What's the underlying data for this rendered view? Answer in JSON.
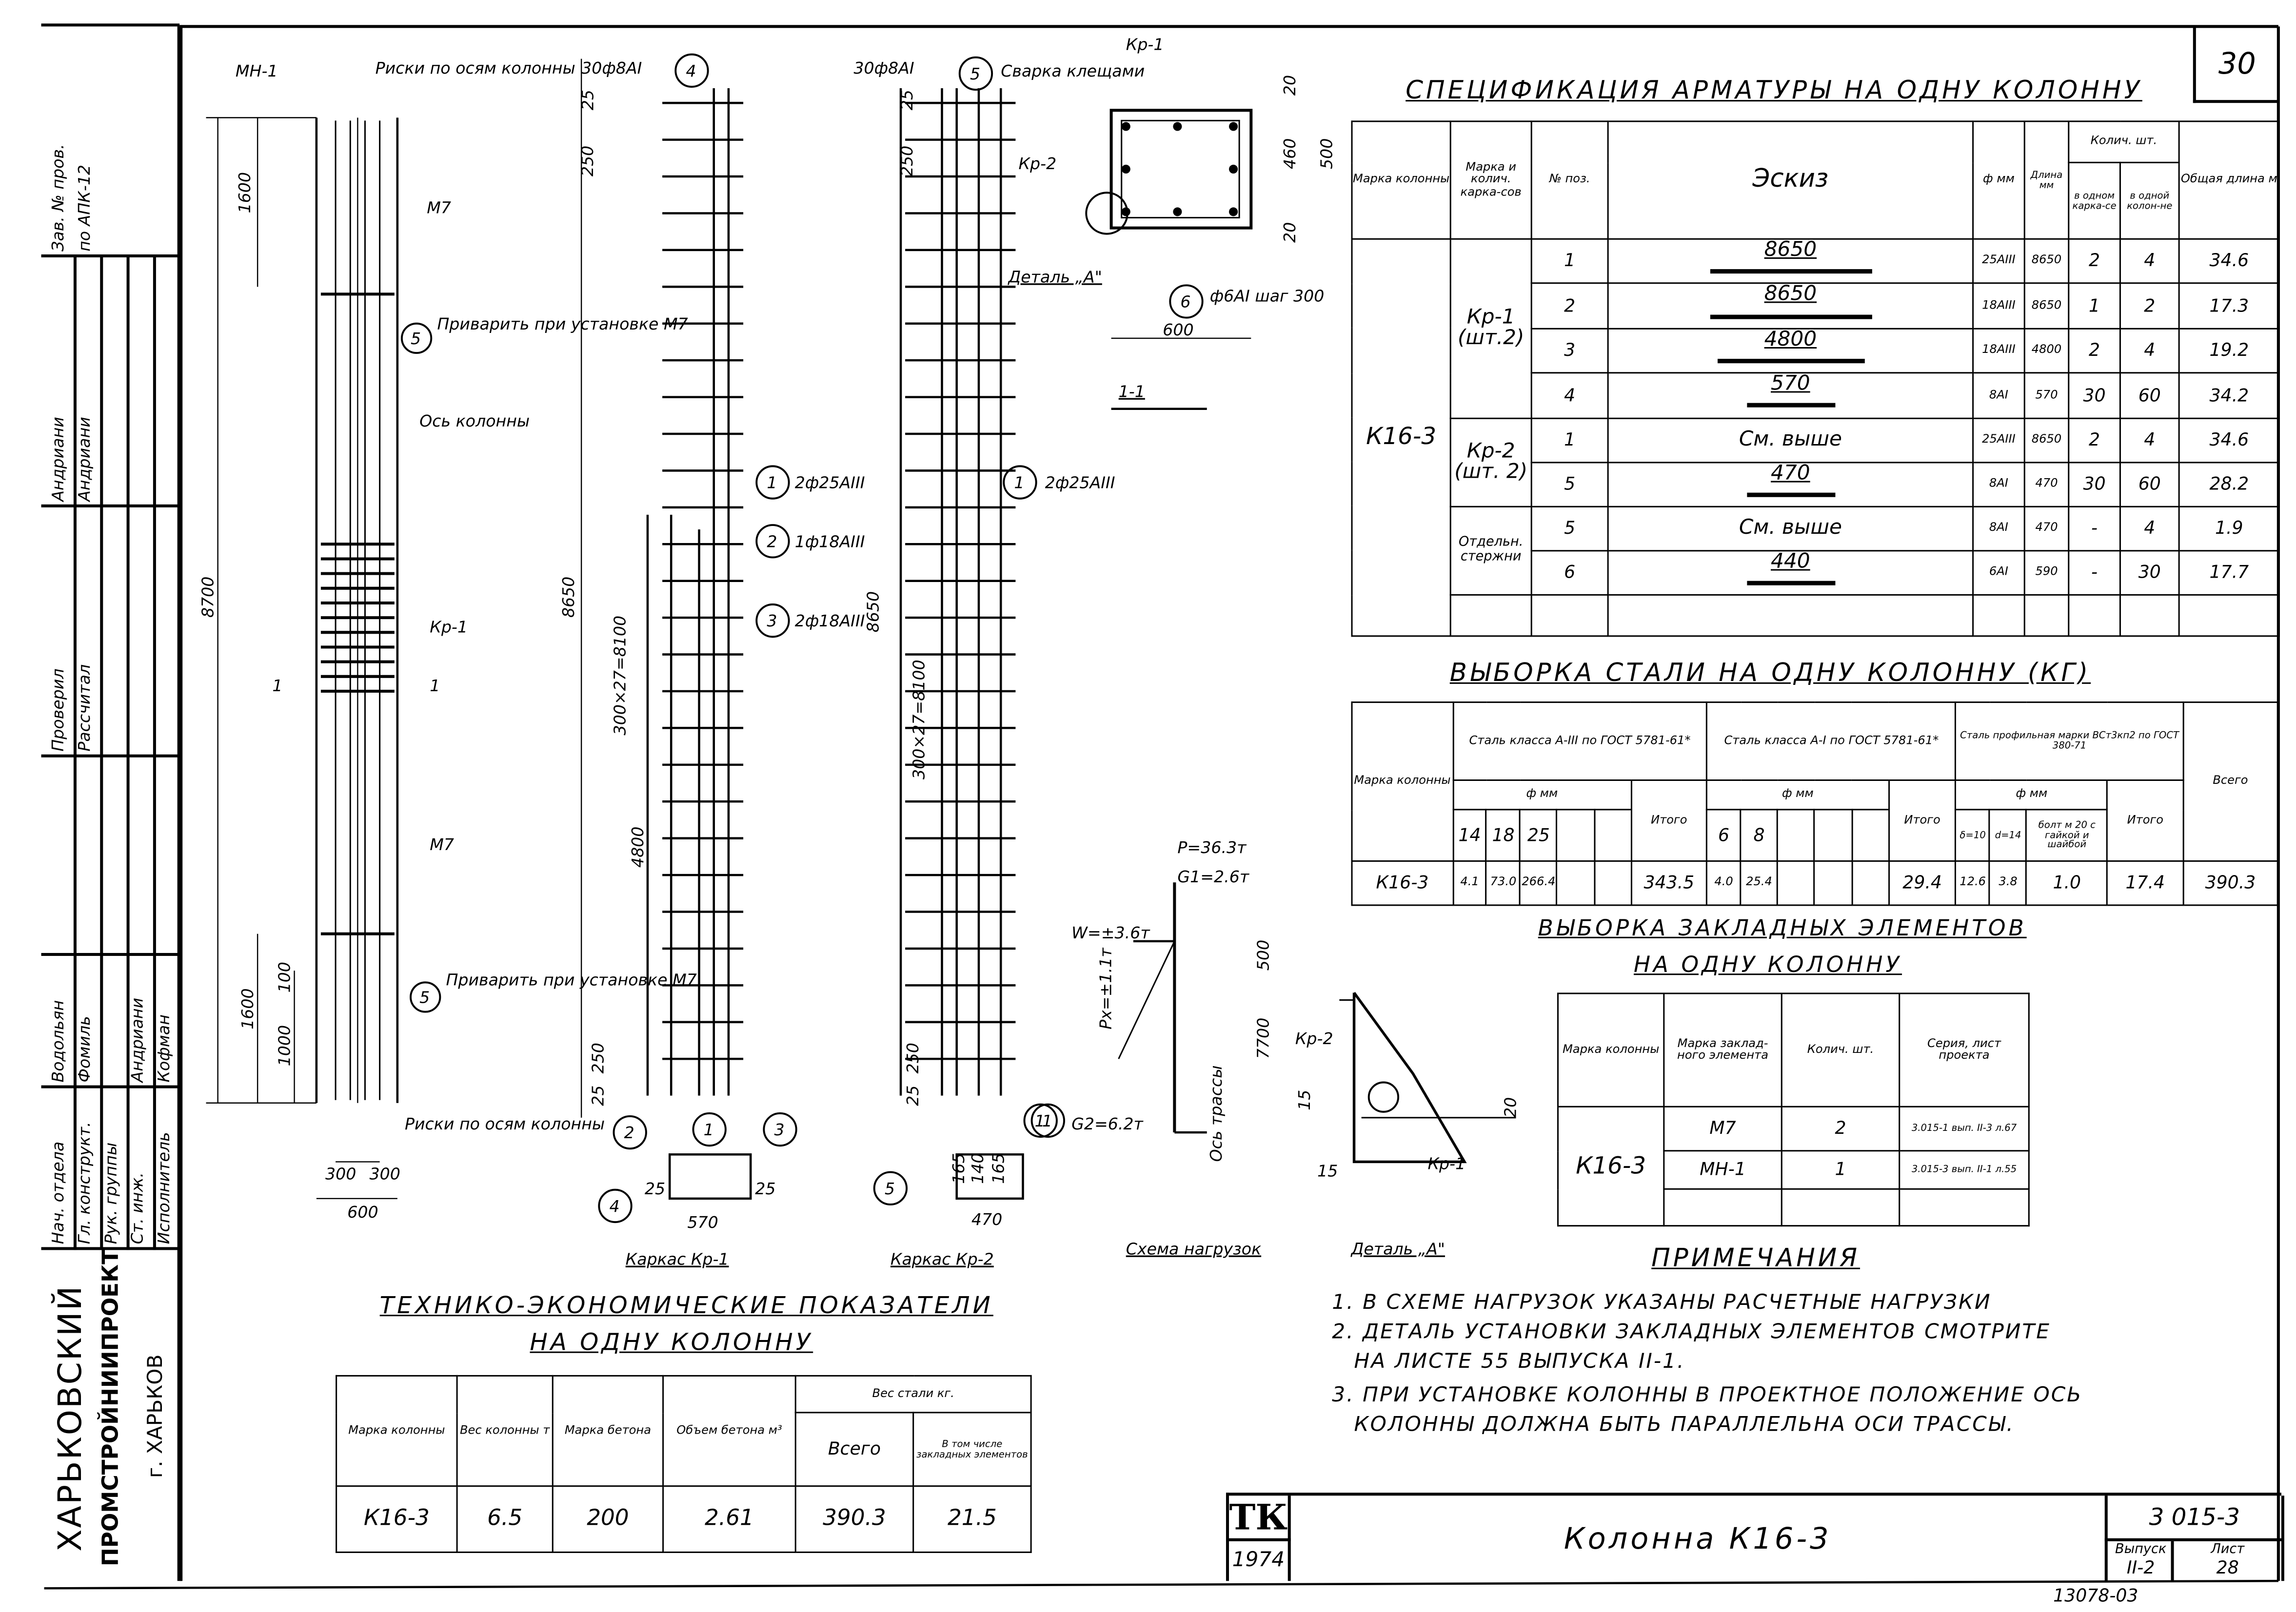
{
  "sheet_number": "30",
  "spec": {
    "title": "Спецификация арматуры на одну колонну",
    "headers": {
      "column_mark": "Марка колонны",
      "frame_mark": "Марка и колич. карка-сов",
      "pos": "№ поз.",
      "sketch": "Эскиз",
      "dia": "ф мм",
      "length": "Длина мм",
      "qty": "Колич. шт.",
      "per_frame": "в одном карка-се",
      "per_column": "в одной колон-не",
      "total": "Общая длина м"
    },
    "column_mark": "К16-3",
    "frames": [
      {
        "mark": "Кр-1",
        "count": "(шт.2)"
      },
      {
        "mark": "Кр-2",
        "count": "(шт. 2)"
      },
      {
        "mark": "Отдельн.",
        "count": "стержни"
      }
    ],
    "rows": [
      {
        "pos": "1",
        "sketch": "8650",
        "dia": "25АIII",
        "length": "8650",
        "per_frame": "2",
        "per_column": "4",
        "total": "34.6"
      },
      {
        "pos": "2",
        "sketch": "8650",
        "dia": "18АIII",
        "length": "8650",
        "per_frame": "1",
        "per_column": "2",
        "total": "17.3"
      },
      {
        "pos": "3",
        "sketch": "4800",
        "dia": "18АIII",
        "length": "4800",
        "per_frame": "2",
        "per_column": "4",
        "total": "19.2"
      },
      {
        "pos": "4",
        "sketch": "570",
        "dia": "8АI",
        "length": "570",
        "per_frame": "30",
        "per_column": "60",
        "total": "34.2"
      },
      {
        "pos": "1",
        "sketch": "См. выше",
        "dia": "25АIII",
        "length": "8650",
        "per_frame": "2",
        "per_column": "4",
        "total": "34.6"
      },
      {
        "pos": "5",
        "sketch": "470",
        "dia": "8АI",
        "length": "470",
        "per_frame": "30",
        "per_column": "60",
        "total": "28.2"
      },
      {
        "pos": "5",
        "sketch": "См. выше",
        "dia": "8АI",
        "length": "470",
        "per_frame": "-",
        "per_column": "4",
        "total": "1.9"
      },
      {
        "pos": "6",
        "sketch": "440",
        "dia": "6АI",
        "length": "590",
        "per_frame": "-",
        "per_column": "30",
        "total": "17.7"
      }
    ]
  },
  "steel": {
    "title": "Выборка стали на одну колонну (кг)",
    "headers": {
      "column_mark": "Марка колонны",
      "a3": "Сталь класса А-III по ГОСТ 5781-61*",
      "a1": "Сталь класса А-I по ГОСТ 5781-61*",
      "profile": "Сталь профильная марки ВСт3кп2 по ГОСТ 380-71",
      "dia": "ф мм",
      "subtotal": "Итого",
      "total": "Всего",
      "d14": "14",
      "d18": "18",
      "d25": "25",
      "d6": "6",
      "d8": "8",
      "plate": "δ=10",
      "rod": "d=14",
      "bolt": "болт м 20 с гайкой и шайбой"
    },
    "row": {
      "mark": "К16-3",
      "v14": "4.1",
      "v18": "73.0",
      "v25": "266.4",
      "a3_total": "343.5",
      "v6": "4.0",
      "v8": "25.4",
      "a1_total": "29.4",
      "plate": "12.6",
      "rod": "3.8",
      "bolt": "1.0",
      "profile_total": "17.4",
      "total": "390.3"
    }
  },
  "embedded": {
    "title1": "Выборка закладных элементов",
    "title2": "на одну колонну",
    "headers": {
      "column_mark": "Марка колонны",
      "element_mark": "Марка заклад-ного элемента",
      "qty": "Колич. шт.",
      "series": "Серия, лист проекта"
    },
    "column_mark": "К16-3",
    "rows": [
      {
        "mark": "М7",
        "qty": "2",
        "series": "3.015-1 вып. II-3 л.67"
      },
      {
        "mark": "МН-1",
        "qty": "1",
        "series": "3.015-3 вып. II-1 л.55"
      }
    ]
  },
  "notes": {
    "title": "Примечания",
    "lines": [
      "1. В схеме нагрузок указаны расчетные нагрузки",
      "2. Деталь установки закладных элементов смотрите",
      "на листе 55 выпуска II-1.",
      "3. При установке колонны в проектное положение ось",
      "колонны должна быть параллельна оси трассы."
    ]
  },
  "tep": {
    "title1": "Технико-экономические показатели",
    "title2": "на одну колонну",
    "headers": {
      "column_mark": "Марка колонны",
      "weight": "Вес колонны т",
      "concrete": "Марка бетона",
      "volume": "Объем бетона м³",
      "steel": "Вес стали кг.",
      "steel_total": "Всего",
      "embedded": "В том числе закладных элементов"
    },
    "row": {
      "mark": "К16-3",
      "weight": "6.5",
      "concrete": "200",
      "volume": "2.61",
      "steel_total": "390.3",
      "embedded": "21.5"
    }
  },
  "title_block": {
    "logo": "ТК",
    "year": "1974",
    "name": "Колонна К16-3",
    "code": "3 015-3",
    "issue_label": "Выпуск",
    "issue": "II-2",
    "sheet_label": "Лист",
    "sheet": "28",
    "archive": "13078-03"
  },
  "left_block": {
    "org": [
      "ХАРЬКОВСКИЙ",
      "ПРОМСТРОЙНИИПРОЕКТ",
      "г. ХАРЬКОВ"
    ],
    "roles": [
      "Нач. отдела",
      "Гл. конструкт.",
      "Рук. группы",
      "Ст. инж.",
      "Исполнитель"
    ],
    "names": [
      "Водольян",
      "Фомиль",
      "",
      "Андриани",
      "Кофман"
    ],
    "roles2": [
      "Проверил",
      "Рассчитал"
    ],
    "names2": [
      "Андриани",
      "Андриани"
    ],
    "misc": [
      "Зав. № пров.",
      "по АПК-12"
    ]
  },
  "drawings": {
    "mh1": "МН-1",
    "marks_axes": "Риски по осям колонны",
    "d1600": "1600",
    "m7": "М7",
    "n5": "5",
    "weld_m7": "Приварить при установке М7",
    "axis": "Ось колонны",
    "kr1": "Кр-1",
    "sec1": "1",
    "d8700": "8700",
    "d1000": "1000",
    "d100": "100",
    "d300": "300",
    "d600": "600",
    "bars_8a1": "30ф8АI",
    "n4": "4",
    "d25": "25",
    "d250": "250",
    "d8650": "8650",
    "d8100": "300×27=8100",
    "d4800": "4800",
    "n1": "1",
    "b2f25": "2ф25АIII",
    "n2": "2",
    "b1f18": "1ф18АIII",
    "n3": "3",
    "b2f18": "2ф18АIII",
    "d570": "570",
    "cap_kr1": "Каркас Кр-1",
    "weld_pinch": "Сварка клещами",
    "d165": "165",
    "d140": "140",
    "d470": "470",
    "cap_kr2": "Каркас Кр-2",
    "kr2": "Кр-2",
    "d20": "20",
    "d460": "460",
    "d500": "500",
    "detail_a": "Деталь „А\"",
    "n6": "6",
    "stirrup": "ф6АI шаг 300",
    "sec_title": "1-1",
    "p": "P=36.3т",
    "g1": "G1=2.6т",
    "w": "W=±3.6т",
    "px": "Px=±1.1т",
    "d7700": "7700",
    "route_axis": "Ось трассы",
    "g2": "G2=6.2т",
    "cap_loads": "Схема нагрузок",
    "d15": "15"
  }
}
